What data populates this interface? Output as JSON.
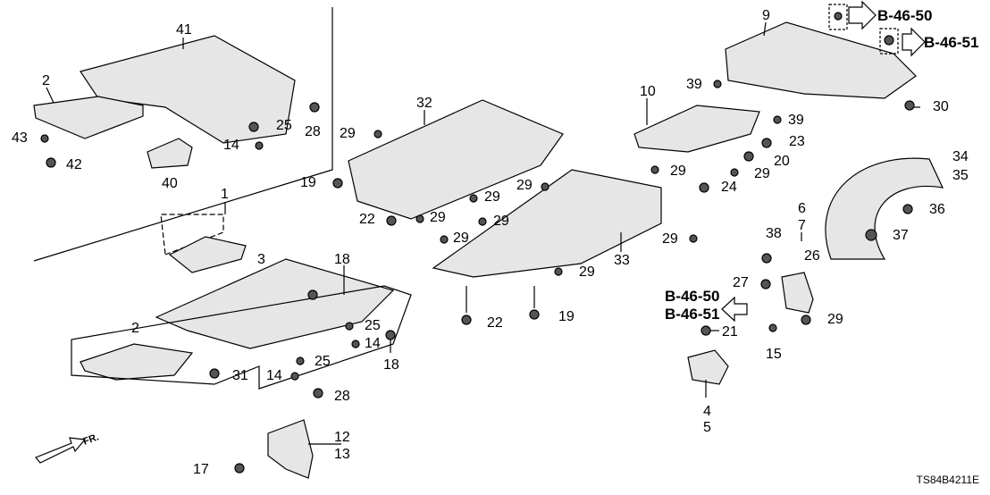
{
  "diagram": {
    "callouts": [
      "41",
      "2",
      "43",
      "42",
      "25",
      "14",
      "28",
      "40",
      "32",
      "29",
      "19",
      "29",
      "29",
      "29",
      "29",
      "29",
      "22",
      "1",
      "3",
      "18",
      "2",
      "25",
      "14",
      "25",
      "14",
      "31",
      "18",
      "28",
      "22",
      "19",
      "33",
      "29",
      "29",
      "10",
      "39",
      "39",
      "9",
      "30",
      "23",
      "20",
      "29",
      "29",
      "24",
      "34",
      "35",
      "36",
      "37",
      "6",
      "7",
      "38",
      "26",
      "27",
      "21",
      "29",
      "15",
      "4",
      "5",
      "12",
      "13",
      "17"
    ],
    "references": [
      "B-46-50",
      "B-46-51",
      "B-46-50",
      "B-46-51"
    ],
    "direction_label": "FR.",
    "diagram_code": "TS84B4211E"
  }
}
